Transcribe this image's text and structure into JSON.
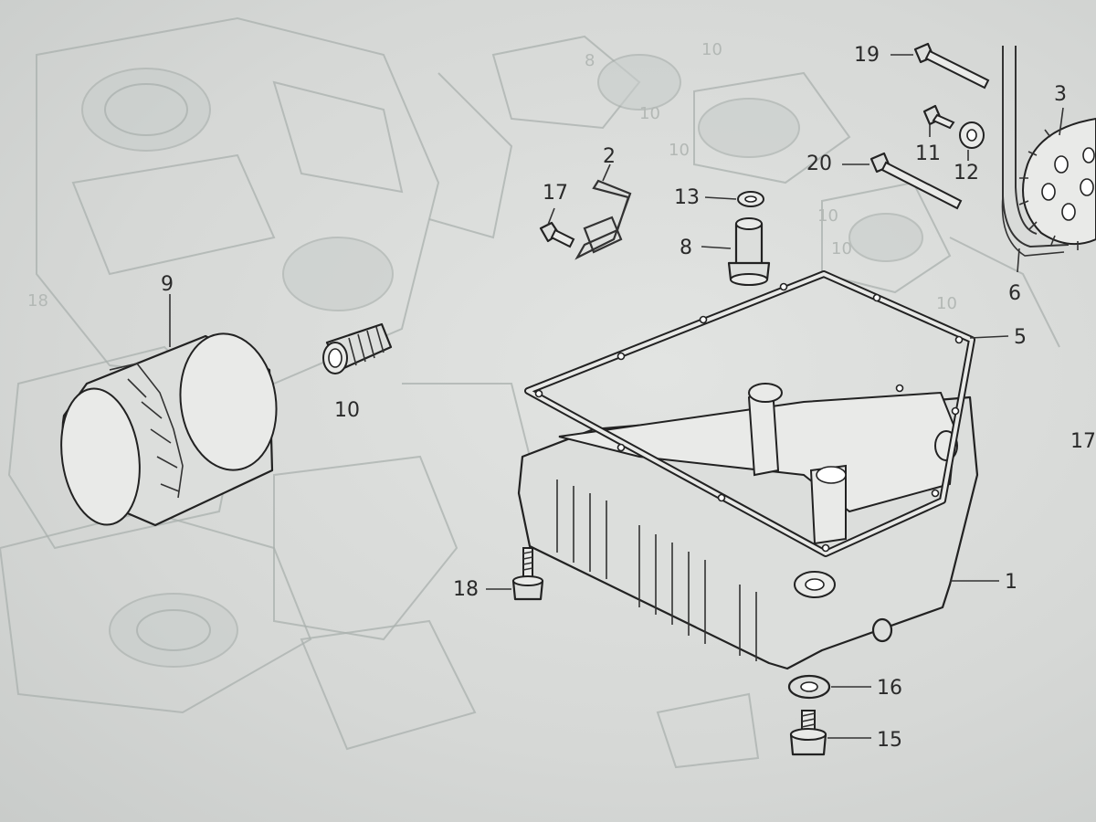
{
  "diagram": {
    "accent": "#222222",
    "background": "#d6d8d6",
    "callouts": [
      {
        "id": "c1",
        "label": "1"
      },
      {
        "id": "c2",
        "label": "2"
      },
      {
        "id": "c3",
        "label": "3"
      },
      {
        "id": "c5",
        "label": "5"
      },
      {
        "id": "c6",
        "label": "6"
      },
      {
        "id": "c8",
        "label": "8"
      },
      {
        "id": "c9",
        "label": "9"
      },
      {
        "id": "c10",
        "label": "10"
      },
      {
        "id": "c11",
        "label": "11"
      },
      {
        "id": "c12",
        "label": "12"
      },
      {
        "id": "c13",
        "label": "13"
      },
      {
        "id": "c15",
        "label": "15"
      },
      {
        "id": "c16",
        "label": "16"
      },
      {
        "id": "c17a",
        "label": "17"
      },
      {
        "id": "c17b",
        "label": "17"
      },
      {
        "id": "c18",
        "label": "18"
      },
      {
        "id": "c19",
        "label": "19"
      },
      {
        "id": "c20",
        "label": "20"
      }
    ],
    "ghost_labels": [
      "10",
      "8",
      "10",
      "10",
      "18",
      "10",
      "10",
      "10"
    ]
  }
}
